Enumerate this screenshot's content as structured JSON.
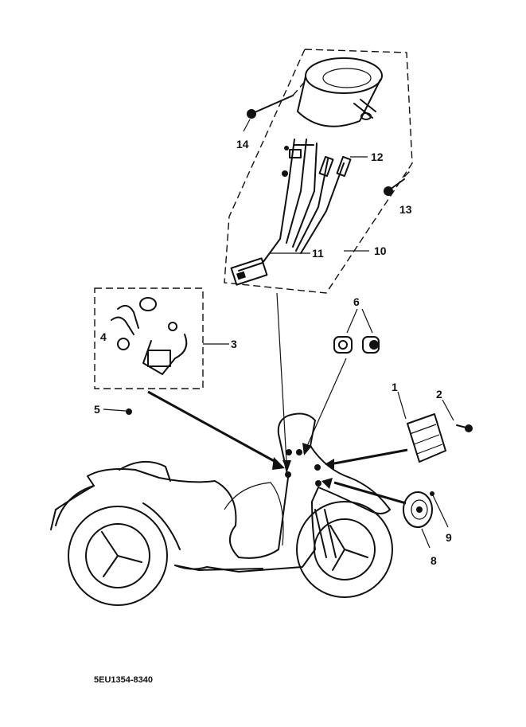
{
  "diagram": {
    "part_labels": {
      "p1": "1",
      "p2": "2",
      "p3": "3",
      "p4": "4",
      "p5": "5",
      "p6": "6",
      "p8": "8",
      "p9": "9",
      "p10": "10",
      "p11": "11",
      "p12": "12",
      "p13": "13",
      "p14": "14"
    },
    "drawing_code": "5EU1354-8340"
  },
  "colors": {
    "ink": "#111111",
    "background": "#ffffff"
  }
}
